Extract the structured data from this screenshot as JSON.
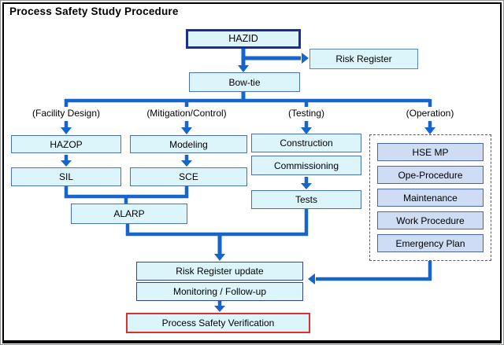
{
  "title": "Process Safety Study Procedure",
  "colors": {
    "arrow": "#1565cd",
    "process_fill": "#dcf5fb",
    "process_border": "#4a6fb8",
    "start_border_navy": "#1b2e91",
    "operation_fill": "#cedcf4",
    "operation_border": "#4a63ae",
    "operation_group_dashed_border": "#3c55c8",
    "verification_border_red": "#d93030",
    "frame_border": "#000000"
  },
  "nodes": {
    "hazid": "HAZID",
    "risk_register": "Risk Register",
    "bowtie": "Bow-tie",
    "hazop": "HAZOP",
    "sil": "SIL",
    "modeling": "Modeling",
    "sce": "SCE",
    "alarp": "ALARP",
    "construction": "Construction",
    "commissioning": "Commissioning",
    "tests": "Tests",
    "hse_mp": "HSE MP",
    "ope_procedure": "Ope-Procedure",
    "maintenance": "Maintenance",
    "work_procedure": "Work Procedure",
    "emergency_plan": "Emergency Plan",
    "risk_register_update": "Risk Register update",
    "monitoring": "Monitoring / Follow-up",
    "verification": "Process Safety Verification"
  },
  "branch_labels": {
    "facility_design": "(Facility Design)",
    "mitigation_control": "(Mitigation/Control)",
    "testing": "(Testing)",
    "operation": "(Operation)"
  },
  "edges": [
    {
      "from": "HAZID",
      "to": "Bow-tie"
    },
    {
      "from": "HAZID",
      "to": "Risk Register"
    },
    {
      "from": "Bow-tie",
      "to": "HAZOP",
      "branch": "(Facility Design)"
    },
    {
      "from": "Bow-tie",
      "to": "Modeling",
      "branch": "(Mitigation/Control)"
    },
    {
      "from": "Bow-tie",
      "to": "Construction",
      "branch": "(Testing)"
    },
    {
      "from": "Bow-tie",
      "to": "Operation group",
      "branch": "(Operation)"
    },
    {
      "from": "HAZOP",
      "to": "SIL"
    },
    {
      "from": "Modeling",
      "to": "SCE"
    },
    {
      "from": "SIL",
      "to": "ALARP"
    },
    {
      "from": "SCE",
      "to": "ALARP"
    },
    {
      "from": "Commissioning",
      "to": "Tests"
    },
    {
      "from": "ALARP",
      "to": "Risk Register update"
    },
    {
      "from": "Tests",
      "to": "Risk Register update"
    },
    {
      "from": "Operation group",
      "to": "Risk Register update"
    },
    {
      "from": "Monitoring / Follow-up",
      "to": "Process Safety Verification"
    }
  ]
}
